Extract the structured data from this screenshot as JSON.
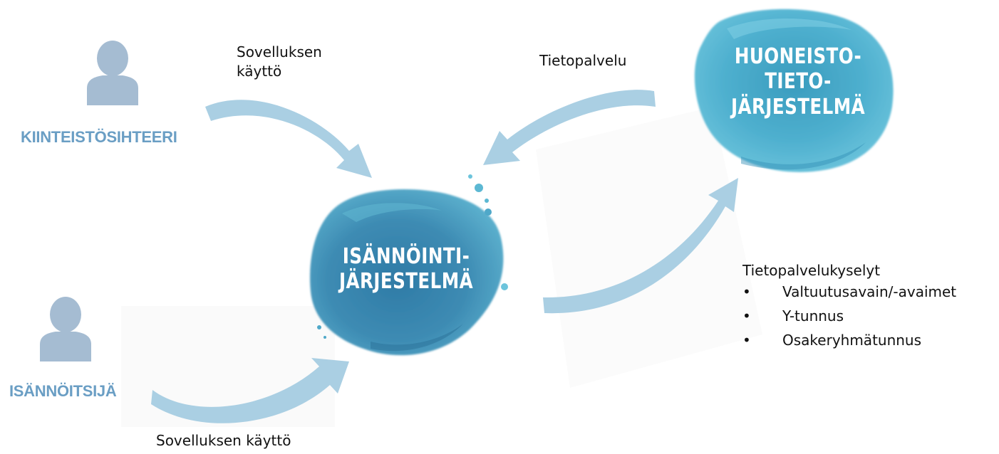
{
  "roles": {
    "kiinteistosihteeri": {
      "label": "KIINTEISTÖSIHTEERI"
    },
    "isannoitsija": {
      "label": "ISÄNNÖITSIJÄ"
    }
  },
  "arrows": {
    "top_left_label_line1": "Sovelluksen",
    "top_left_label_line2": "käyttö",
    "bottom_left_label": "Sovelluksen käyttö",
    "top_right_label": "Tietopalvelu"
  },
  "nodes": {
    "isannointi": {
      "line1": "ISÄNNÖINTI-",
      "line2": "JÄRJESTELMÄ"
    },
    "huoneisto": {
      "line1": "HUONEISTO-",
      "line2": "TIETO-",
      "line3": "JÄRJESTELMÄ"
    }
  },
  "queries": {
    "title": "Tietopalvelukyselyt",
    "items": [
      "Valtuutusavain/-avaimet",
      "Y-tunnus",
      "Osakeryhmätunnus"
    ]
  },
  "colors": {
    "arrow": "#aacfe3",
    "person": "#a5bcd2",
    "role_text": "#6a9ec4",
    "blob_dark": "#3d8bb3",
    "blob_light": "#5cb8d3"
  }
}
